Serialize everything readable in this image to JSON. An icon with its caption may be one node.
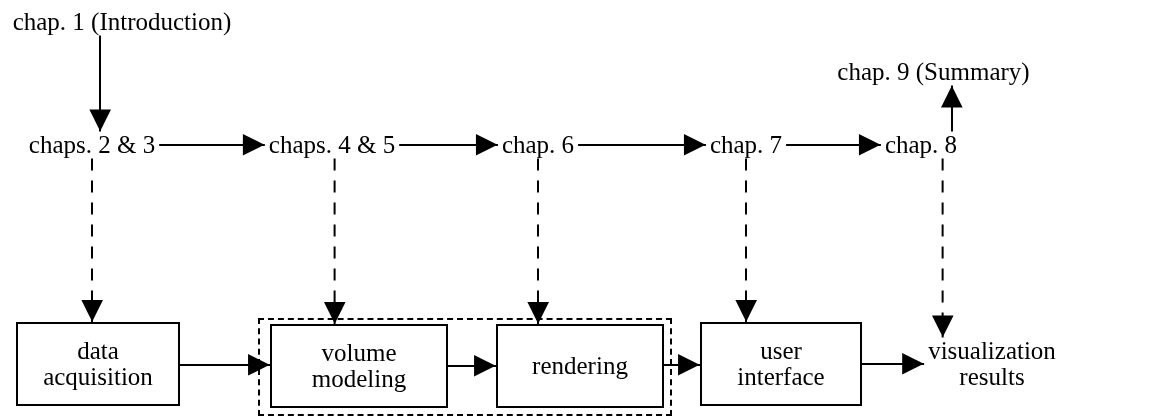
{
  "diagram": {
    "nodes": [
      {
        "text": [
          "chap. 1 (Introduction)"
        ]
      },
      {
        "text": [
          "chap. 9 (Summary)"
        ]
      },
      {
        "text": [
          "chaps. 2 & 3"
        ]
      },
      {
        "text": [
          "chaps. 4 & 5"
        ]
      },
      {
        "text": [
          "chap. 6"
        ]
      },
      {
        "text": [
          "chap. 7"
        ]
      },
      {
        "text": [
          "chap. 8"
        ]
      },
      {
        "text": [],
        "shape": "box"
      },
      {
        "text": [
          "data acquisition"
        ]
      },
      {
        "text": [
          "volume modeling"
        ],
        "in": 7
      },
      {
        "text": [
          "rendering"
        ],
        "in": 7
      },
      {
        "text": [
          "user interface"
        ]
      },
      {
        "text": [
          "visualization results"
        ]
      }
    ],
    "edges": [
      {
        "from": 0,
        "to": 2,
        "arrow": "to"
      },
      {
        "from": 6,
        "to": 1,
        "arrow": "to"
      },
      {
        "from": 2,
        "to": 3,
        "arrow": "to"
      },
      {
        "from": 3,
        "to": 4,
        "arrow": "to"
      },
      {
        "from": 4,
        "to": 5,
        "arrow": "to"
      },
      {
        "from": 5,
        "to": 6,
        "arrow": "to"
      },
      {
        "from": 2,
        "to": 8,
        "arrow": "to",
        "style": "dashed"
      },
      {
        "from": 3,
        "to": 9,
        "arrow": "to",
        "style": "dashed"
      },
      {
        "from": 4,
        "to": 10,
        "arrow": "to",
        "style": "dashed"
      },
      {
        "from": 5,
        "to": 11,
        "arrow": "to",
        "style": "dashed"
      },
      {
        "from": 6,
        "to": 12,
        "arrow": "to",
        "style": "dashed"
      },
      {
        "from": 8,
        "to": 9,
        "arrow": "to"
      },
      {
        "from": 9,
        "to": 10,
        "arrow": "to"
      },
      {
        "from": 10,
        "to": 11,
        "arrow": "to"
      },
      {
        "from": 11,
        "to": 12,
        "arrow": "to"
      }
    ]
  }
}
